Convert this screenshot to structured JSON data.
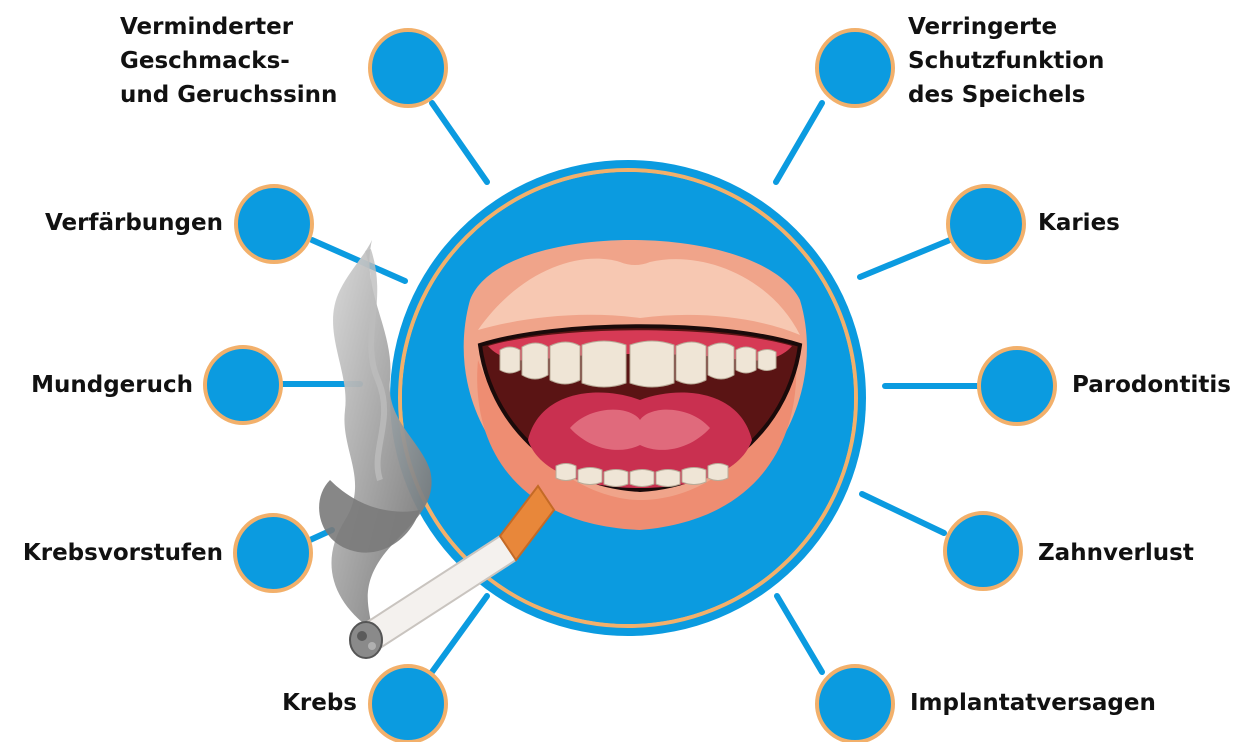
{
  "colors": {
    "node_fill": "#0b9be0",
    "node_ring": "#f2b06b",
    "connector": "#0b9be0",
    "center_fill": "#0b9be0",
    "center_ring": "#f2b06b",
    "text": "#111111"
  },
  "nodes": {
    "taste_smell": {
      "lines": [
        "Verminderter",
        "Geschmacks-",
        "und Geruchssinn"
      ]
    },
    "saliva": {
      "lines": [
        "Verringerte",
        "Schutzfunktion",
        "des Speichels"
      ]
    },
    "discoloration": {
      "label": "Verfärbungen"
    },
    "caries": {
      "label": "Karies"
    },
    "bad_breath": {
      "label": "Mundgeruch"
    },
    "periodontitis": {
      "label": "Parodontitis"
    },
    "precancer": {
      "label": "Krebsvorstufen"
    },
    "tooth_loss": {
      "label": "Zahnverlust"
    },
    "cancer": {
      "label": "Krebs"
    },
    "implant_failure": {
      "label": "Implantatversagen"
    }
  },
  "center_illustration": {
    "subject": "open-mouth-with-cigarette"
  }
}
